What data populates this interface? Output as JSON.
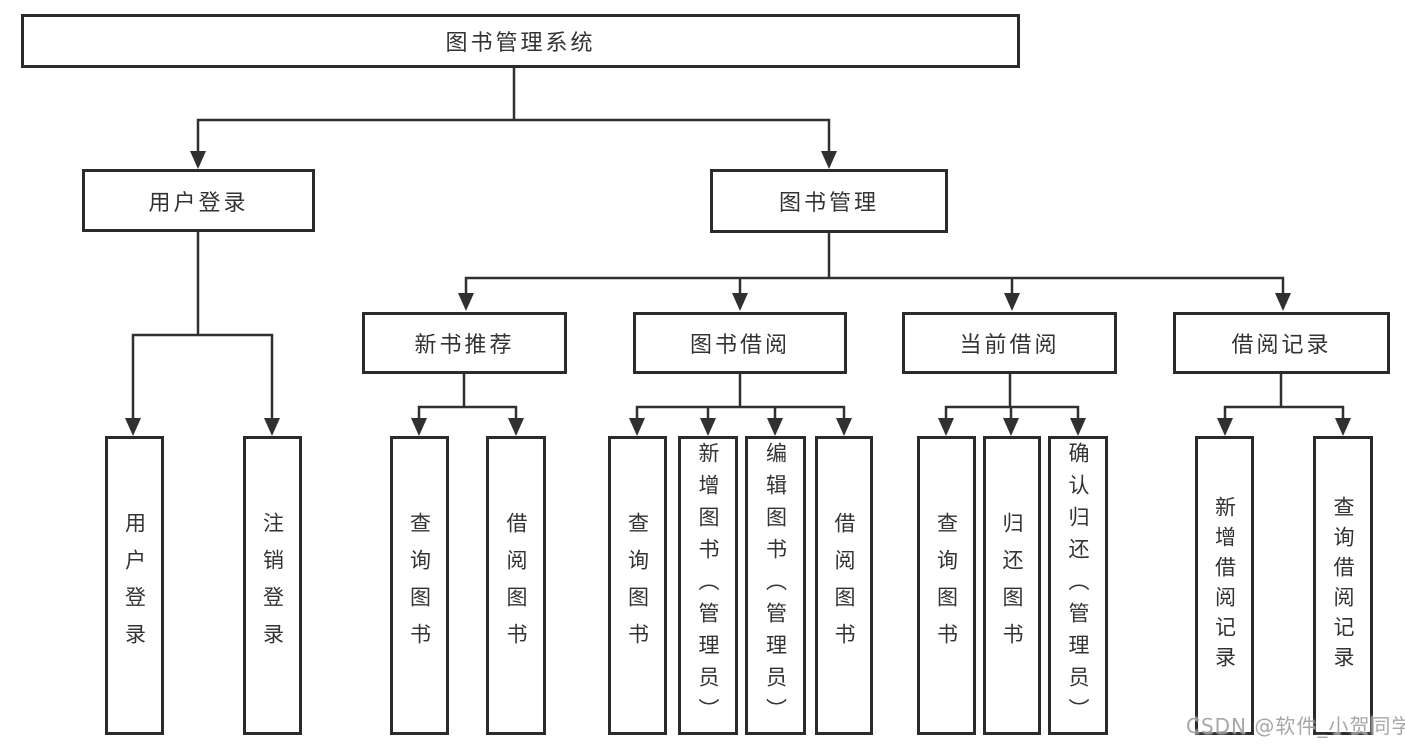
{
  "diagram": {
    "root": {
      "label": "图书管理系统",
      "children": [
        {
          "label": "用户登录",
          "children": [
            {
              "label": "用户登录"
            },
            {
              "label": "注销登录"
            }
          ]
        },
        {
          "label": "图书管理",
          "children": [
            {
              "label": "新书推荐",
              "children": [
                {
                  "label": "查询图书"
                },
                {
                  "label": "借阅图书"
                }
              ]
            },
            {
              "label": "图书借阅",
              "children": [
                {
                  "label": "查询图书"
                },
                {
                  "label": "新增图书（管理员）"
                },
                {
                  "label": "编辑图书（管理员）"
                },
                {
                  "label": "借阅图书"
                }
              ]
            },
            {
              "label": "当前借阅",
              "children": [
                {
                  "label": "查询图书"
                },
                {
                  "label": "归还图书"
                },
                {
                  "label": "确认归还（管理员）"
                }
              ]
            },
            {
              "label": "借阅记录",
              "children": [
                {
                  "label": "新增借阅记录"
                },
                {
                  "label": "查询借阅记录"
                }
              ]
            }
          ]
        }
      ]
    },
    "watermark": "CSDN @软件_小贺同学",
    "colors": {
      "line": "#303030",
      "border": "#2b2b2b",
      "text": "#333333",
      "watermark": "#9e9e9e",
      "background": "#ffffff"
    }
  }
}
